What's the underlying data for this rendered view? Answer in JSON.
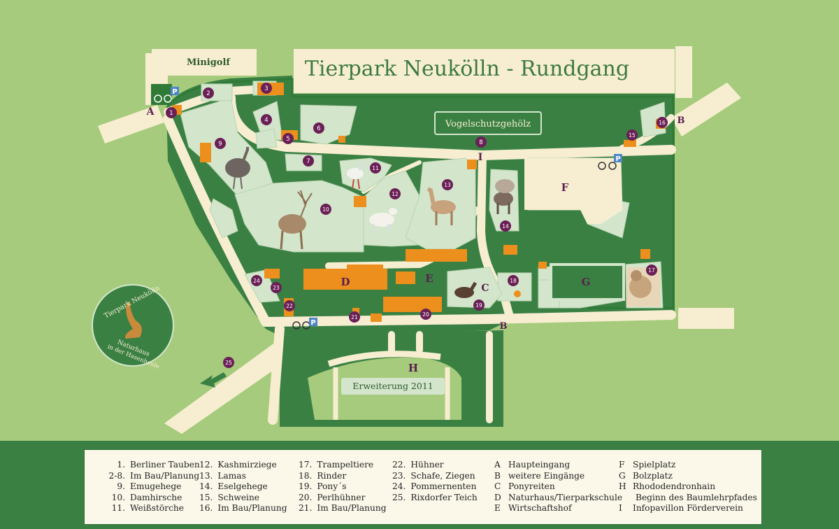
{
  "title": "Tierpark Neukölln - Rundgang",
  "areas": {
    "minigolf": "Minigolf",
    "vogelschutz": "Vogelschutzgehölz",
    "erweiterung": "Erweiterung 2011"
  },
  "badge": {
    "top": "Tierpark Neukölln",
    "bottom1": "Naturhaus",
    "bottom2": "in der Hasenheide"
  },
  "parking_label": "P",
  "map_numbers": [
    "1",
    "2",
    "3",
    "4",
    "5",
    "6",
    "7",
    "8",
    "9",
    "10",
    "11",
    "12",
    "13",
    "14",
    "15",
    "16",
    "17",
    "18",
    "19",
    "20",
    "21",
    "22",
    "23",
    "24",
    "25"
  ],
  "map_letters": [
    "A",
    "B",
    "B",
    "C",
    "D",
    "E",
    "F",
    "G",
    "H",
    "I"
  ],
  "legend": {
    "col1": [
      {
        "n": "1.",
        "t": "Berliner Tauben"
      },
      {
        "n": "2-8.",
        "t": "Im Bau/Planung"
      },
      {
        "n": "9.",
        "t": "Emugehege"
      },
      {
        "n": "10.",
        "t": "Damhirsche"
      },
      {
        "n": "11.",
        "t": "Weißstörche"
      }
    ],
    "col2": [
      {
        "n": "12.",
        "t": "Kashmirziege"
      },
      {
        "n": "13.",
        "t": "Lamas"
      },
      {
        "n": "14.",
        "t": "Eselgehege"
      },
      {
        "n": "15.",
        "t": "Schweine"
      },
      {
        "n": "16.",
        "t": "Im Bau/Planung"
      }
    ],
    "col3": [
      {
        "n": "17.",
        "t": "Trampeltiere"
      },
      {
        "n": "18.",
        "t": "Rinder"
      },
      {
        "n": "19.",
        "t": "Pony´s"
      },
      {
        "n": "20.",
        "t": "Perlhühner"
      },
      {
        "n": "21.",
        "t": "Im Bau/Planung"
      }
    ],
    "col4": [
      {
        "n": "22.",
        "t": "Hühner"
      },
      {
        "n": "23.",
        "t": "Schafe, Ziegen"
      },
      {
        "n": "24.",
        "t": "Pommernenten"
      },
      {
        "n": "25.",
        "t": "Rixdorfer Teich"
      }
    ],
    "col5": [
      {
        "n": "A",
        "t": "Haupteingang"
      },
      {
        "n": "B",
        "t": "weitere Eingänge"
      },
      {
        "n": "C",
        "t": "Ponyreiten"
      },
      {
        "n": "D",
        "t": "Naturhaus/Tierparkschule"
      },
      {
        "n": "E",
        "t": "Wirtschaftshof"
      }
    ],
    "col6": [
      {
        "n": "F",
        "t": "Spielplatz"
      },
      {
        "n": "G",
        "t": "Bolzplatz"
      },
      {
        "n": "H",
        "t": "Rhododendronhain"
      },
      {
        "n": "",
        "t": "Beginn des Baumlehrpfades"
      },
      {
        "n": "I",
        "t": "Infopavillon Förderverein"
      }
    ]
  },
  "colors": {
    "background": "#a6cb7c",
    "forest": "#3a8043",
    "enclosure": "#d3e6cc",
    "path": "#f7eed2",
    "building": "#ed8f1c",
    "marker": "#6a2056",
    "title": "#3d7a3f"
  },
  "icons": [
    "bicycle-icon",
    "parking-icon",
    "hare-icon",
    "emu-icon",
    "deer-icon",
    "stork-icon",
    "goat-icon",
    "llama-icon",
    "donkey-icon",
    "camel-icon",
    "horse-icon",
    "arrow-icon"
  ]
}
